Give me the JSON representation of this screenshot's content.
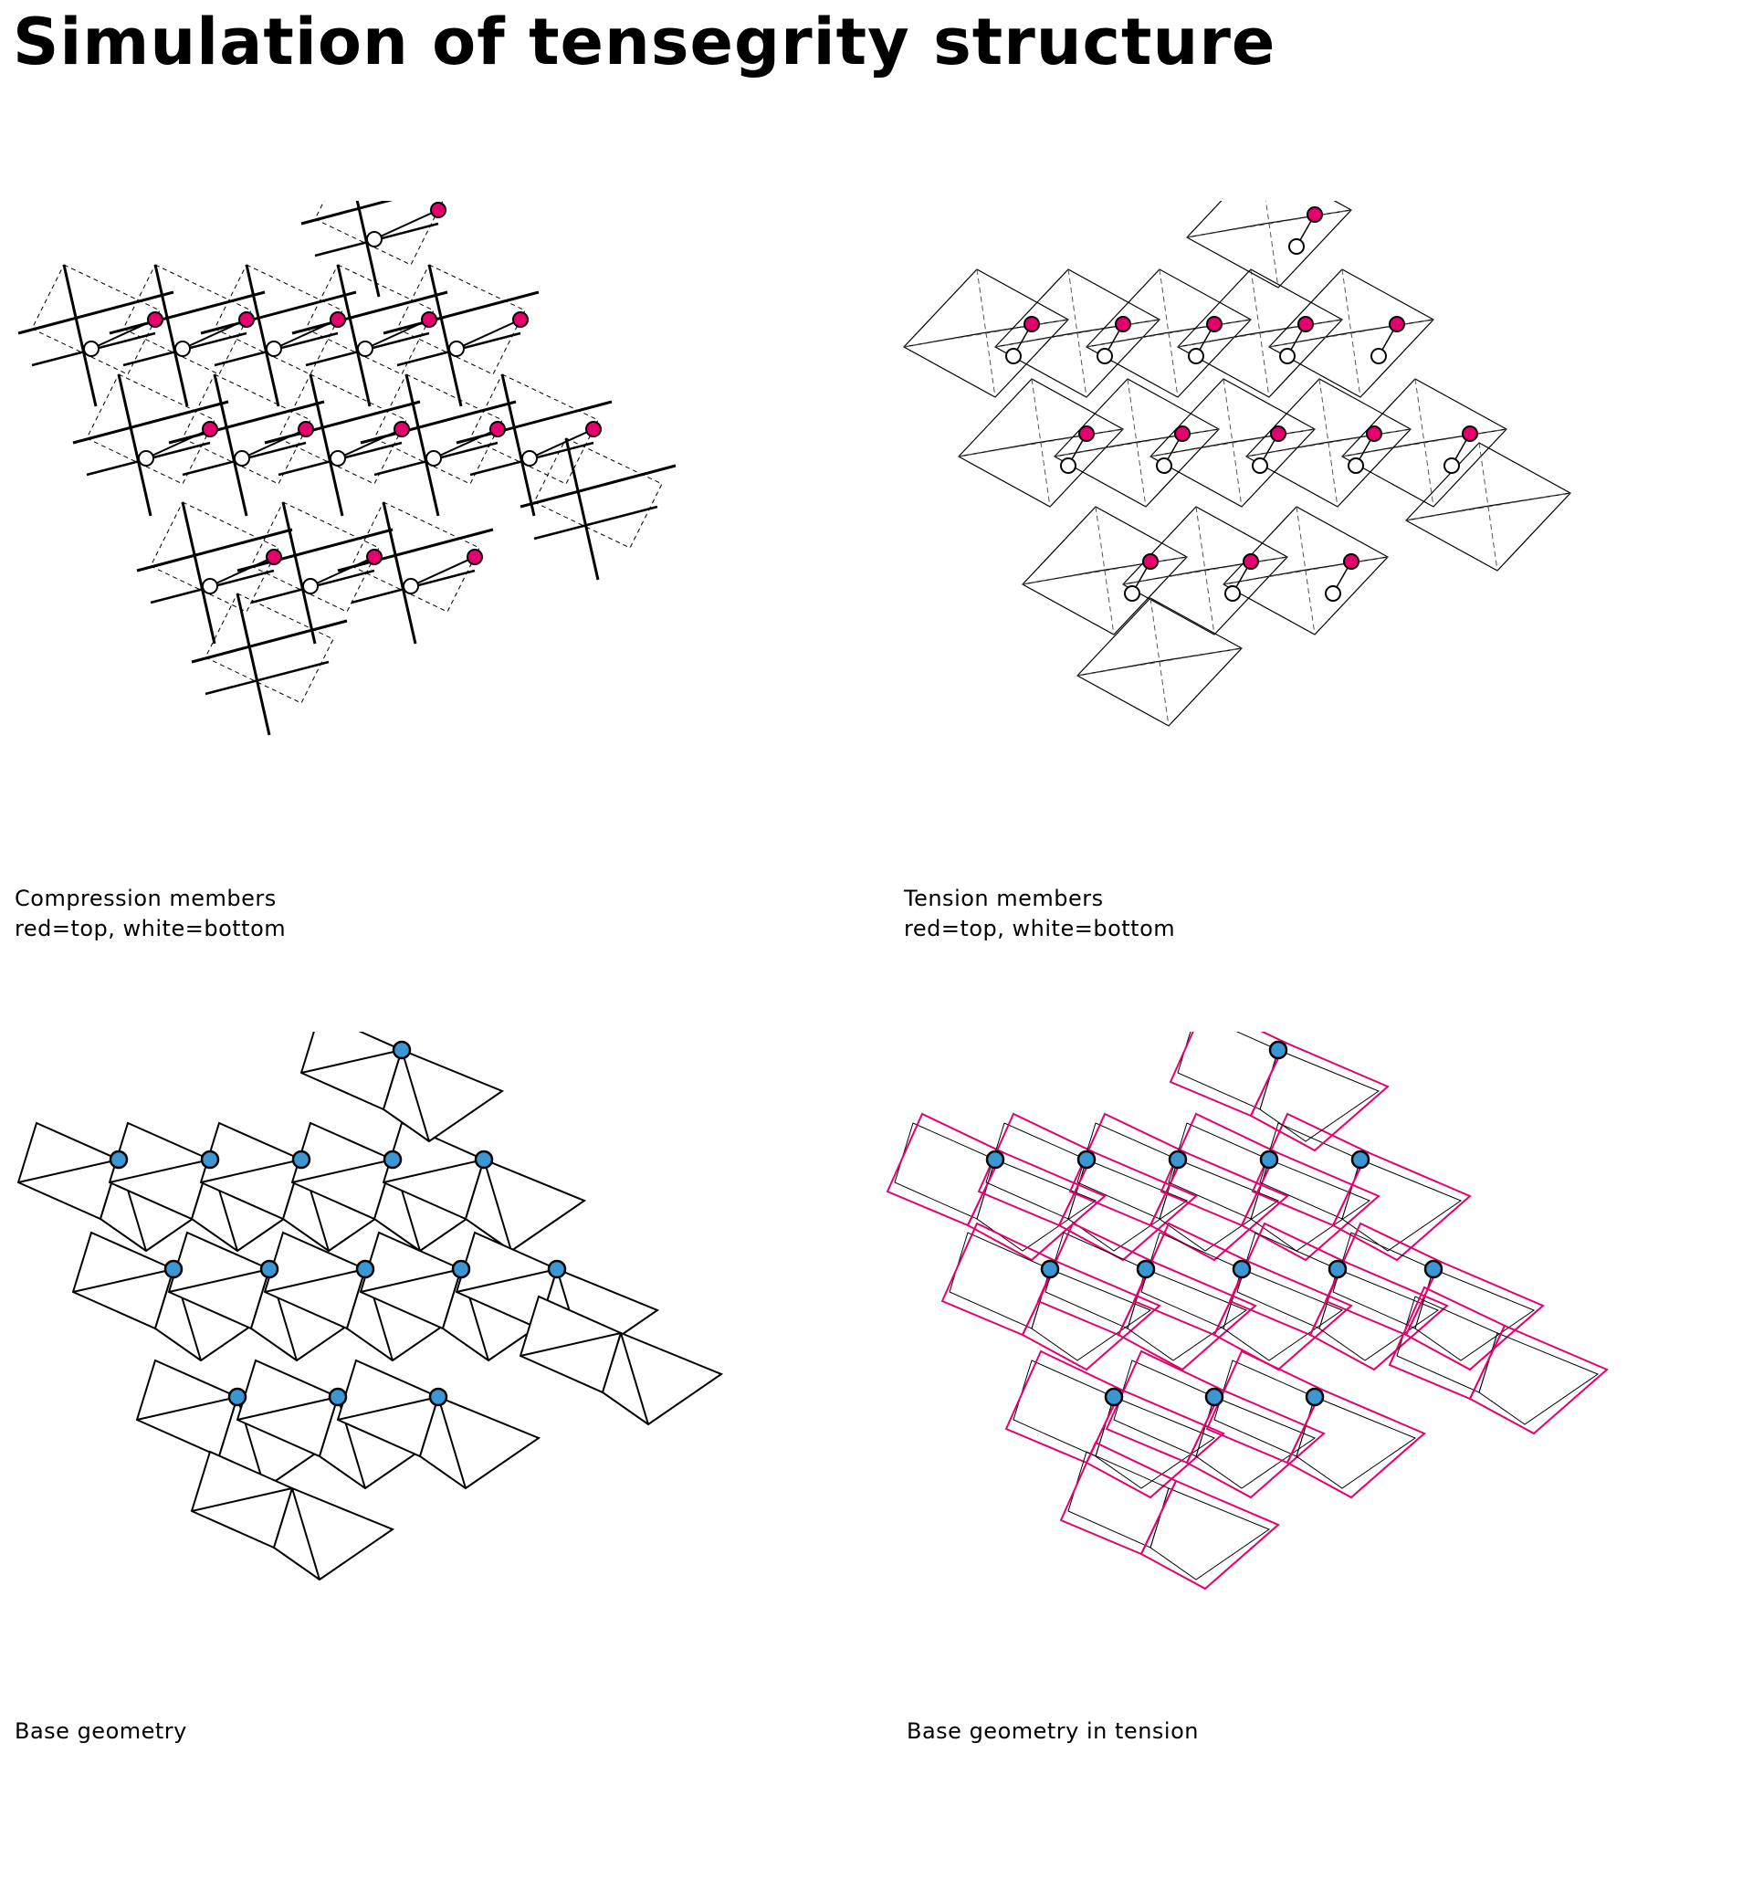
{
  "title": "Simulation of tensegrity structure",
  "colors": {
    "top_node": "#e5006e",
    "bottom_node": "#ffffff",
    "base_node": "#3a97d4",
    "tension_outline": "#e5006e",
    "ink": "#000000"
  },
  "panels": [
    {
      "caption_line1": "Compression members",
      "caption_line2": "red=top, white=bottom"
    },
    {
      "caption_line1": "Tension members",
      "caption_line2": "red=top, white=bottom"
    },
    {
      "caption_line1": "Base geometry",
      "caption_line2": ""
    },
    {
      "caption_line1": "Base geometry in tension",
      "caption_line2": ""
    }
  ]
}
